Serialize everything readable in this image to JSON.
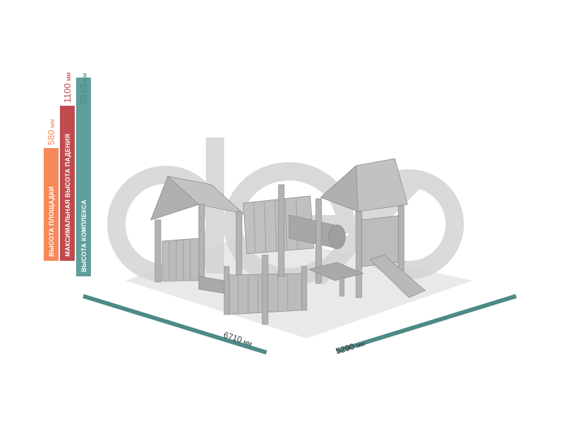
{
  "colors": {
    "platform": "#f5895a",
    "fall": "#c04b4e",
    "complex": "#5f9f9b",
    "dimension_line": "#4d8a86",
    "ground": "#e9e9e9",
    "model": "#b3b3b3",
    "watermark": "#d3d3d3"
  },
  "legend": {
    "platform": {
      "label": "ВЫСОТА ПЛОЩАДКИ",
      "value": "580",
      "unit": "мм"
    },
    "fall": {
      "label": "МАКСИМАЛЬНАЯ ВЫСОТА ПАДЕНИЯ",
      "value": "1100",
      "unit": "мм"
    },
    "complex": {
      "label": "ВЫСОТА КОМПЛЕКСА",
      "value": "2810",
      "unit": "мм"
    }
  },
  "dimensions": {
    "length": {
      "value": "6710",
      "unit": "мм"
    },
    "width": {
      "value": "5290",
      "unit": "мм"
    }
  },
  "watermark_icon": "ded-logo-icon",
  "model_icon": "playground-complex-icon"
}
